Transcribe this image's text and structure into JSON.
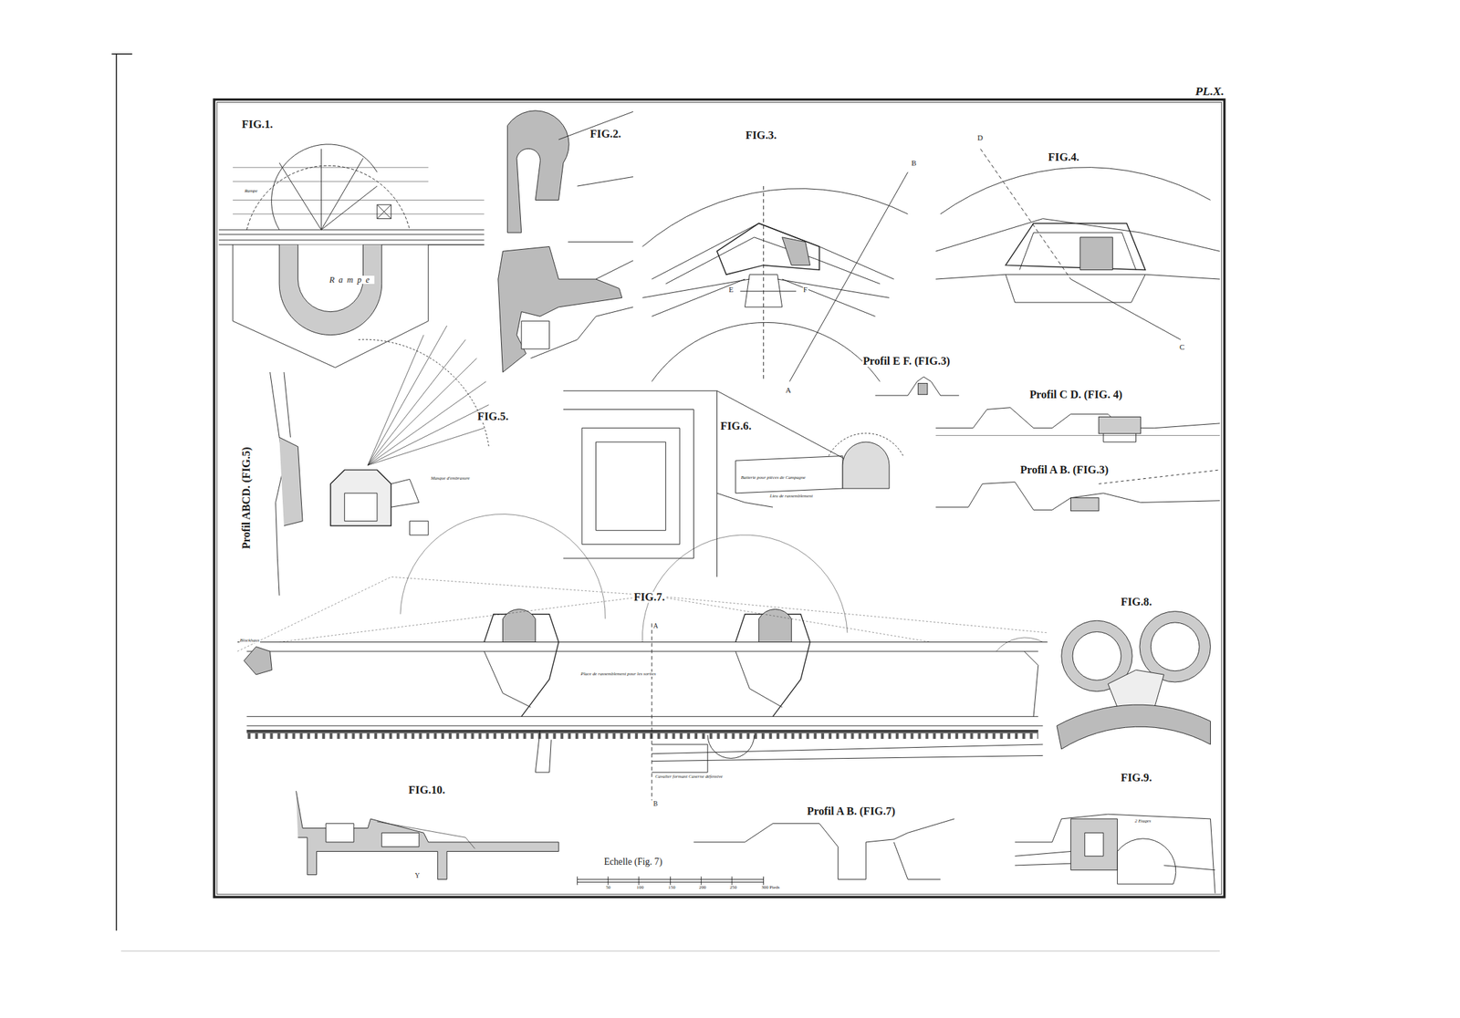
{
  "diagram": {
    "labels": [
      "PL.X.",
      "FIG.1.",
      "FIG.2.",
      "FIG.3.",
      "FIG.4.",
      "Profil E F. (FIG.3)",
      "Profil C D. (FIG. 4)",
      "Profil A B. (FIG.3)",
      "Profil ABCD. (FIG.5)",
      "FIG.5.",
      "FIG.6.",
      "FIG.7.",
      "FIG.8.",
      "FIG.9.",
      "FIG.10.",
      "Profil A B. (FIG.7)",
      "Echelle (Fig. 7)",
      "Rampe",
      "Rampe",
      "Blockhaus",
      "Place de rassemblement pour les sorties",
      "Cavalier formant Caserne défensive",
      "Batterie pour pièces de Campagne",
      "Lieu de rassemblement",
      "Masque d'embrasure",
      "B",
      "A",
      "E",
      "F",
      "D",
      "C",
      "A",
      "B",
      "2 Etages",
      "Y",
      "50",
      "100",
      "150",
      "200",
      "250",
      "300 Pieds"
    ]
  }
}
